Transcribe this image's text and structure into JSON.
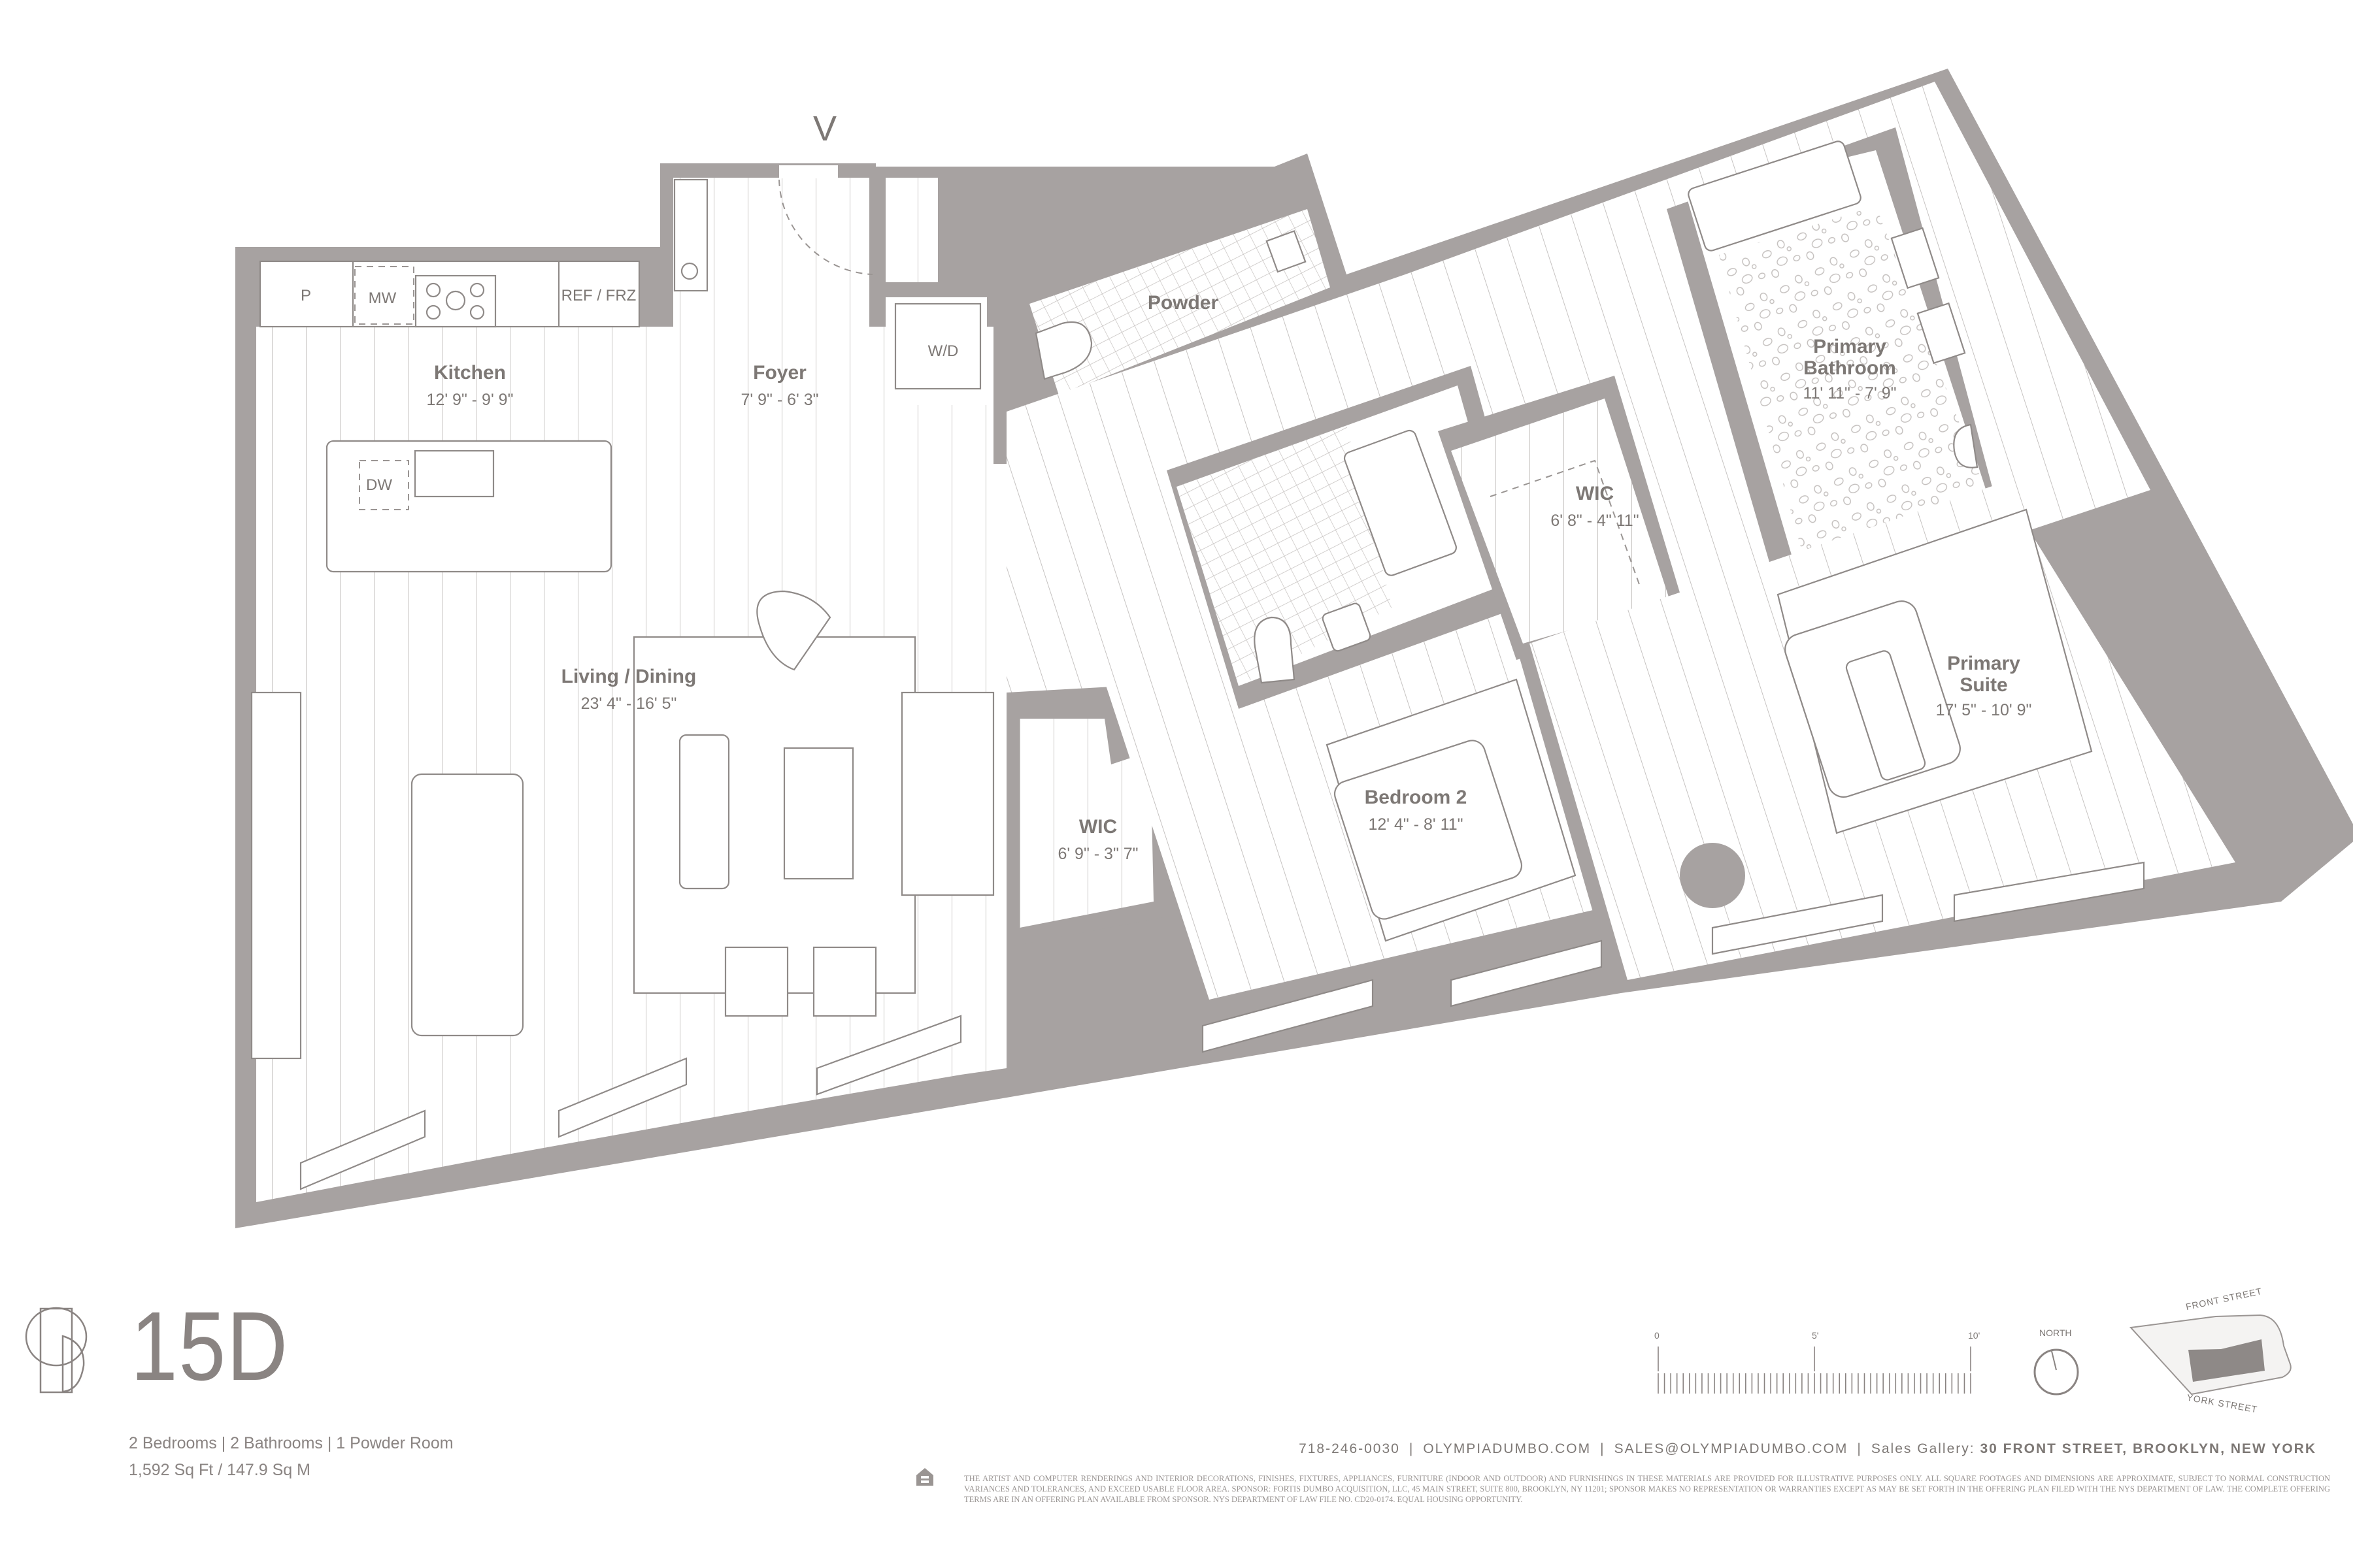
{
  "unit": {
    "name": "15D",
    "summary": "2 Bedrooms  |  2 Bathrooms  |  1 Powder Room",
    "area": "1,592 Sq Ft / 147.9 Sq M"
  },
  "rooms": [
    {
      "id": "kitchen",
      "name": "Kitchen",
      "dim": "12' 9\" - 9' 9\""
    },
    {
      "id": "foyer",
      "name": "Foyer",
      "dim": "7' 9\" - 6' 3\""
    },
    {
      "id": "powder",
      "name": "Powder",
      "dim": ""
    },
    {
      "id": "living-dining",
      "name": "Living / Dining",
      "dim": "23' 4\" - 16' 5\""
    },
    {
      "id": "wic-1",
      "name": "WIC",
      "dim": "6' 9\" - 3\" 7\""
    },
    {
      "id": "bedroom-2",
      "name": "Bedroom 2",
      "dim": "12' 4\" - 8' 11\""
    },
    {
      "id": "wic-2",
      "name": "WIC",
      "dim": "6' 8\" - 4\" 11\""
    },
    {
      "id": "primary-bathroom",
      "name_line1": "Primary",
      "name_line2": "Bathroom",
      "dim": "11' 11\" - 7' 9\""
    },
    {
      "id": "primary-suite",
      "name_line1": "Primary",
      "name_line2": "Suite",
      "dim": "17' 5\" - 10' 9\""
    }
  ],
  "appliances": {
    "pantry": "P",
    "microwave": "MW",
    "fridge": "REF / FRZ",
    "dishwasher": "DW",
    "washer_dryer": "W/D"
  },
  "entry_marker": "V",
  "scale": {
    "ticks": [
      "0",
      "5'",
      "10'"
    ]
  },
  "north_label": "NORTH",
  "keyplan": {
    "top_street": "FRONT STREET",
    "bottom_street": "YORK STREET"
  },
  "contact": {
    "phone": "718-246-0030",
    "website": "OLYMPIADUMBO.COM",
    "email": "SALES@OLYMPIADUMBO.COM",
    "gallery_label": "Sales Gallery:",
    "gallery_address": "30 FRONT STREET, BROOKLYN, NEW YORK"
  },
  "disclaimer": "The artist and computer renderings and interior decorations, finishes, fixtures, appliances, furniture (indoor and outdoor) and furnishings in these materials are provided for illustrative purposes only. All square footages and dimensions are approximate, subject to normal construction variances and tolerances, and exceed usable floor area. Sponsor: Fortis Dumbo Acquisition, LLC, 45 Main Street, Suite 800, Brooklyn, NY 11201; Sponsor makes no representation or warranties except as may be set forth in the offering plan filed with the NYS Department of Law. The complete offering terms are in an offering plan available from sponsor. NYS Department of Law File No. CD20-0174. Equal Housing Opportunity.",
  "eho_label": "EQUAL HOUSING OPPORTUNITY",
  "colors": {
    "wall": "#a7a2a1",
    "text": "#7d7875",
    "keyplan_highlight": "#8e8987"
  }
}
